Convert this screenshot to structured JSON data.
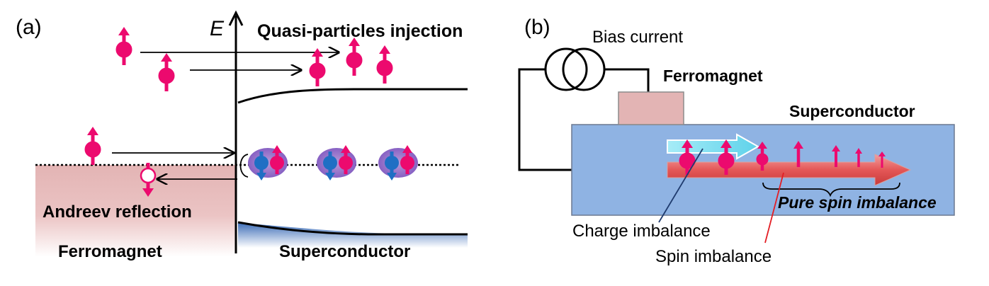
{
  "panel_a": {
    "label": "(a)",
    "energy_axis": "E",
    "injection_label": "Quasi-particles injection",
    "andreev_label": "Andreev reflection",
    "left_region": "Ferromagnet",
    "right_region": "Superconductor"
  },
  "panel_b": {
    "label": "(b)",
    "bias_label": "Bias current",
    "ferromagnet_label": "Ferromagnet",
    "superconductor_label": "Superconductor",
    "pure_spin_label": "Pure spin imbalance",
    "charge_label": "Charge imbalance",
    "spin_label": "Spin imbalance"
  },
  "colors": {
    "spin_up": "#ec0a6e",
    "spin_down": "#1f6fc4",
    "ferromagnet_fill": "#e3b4b4",
    "superconductor_fill": "#8fb3e3",
    "cooper_pair": "#8f6ac8"
  }
}
